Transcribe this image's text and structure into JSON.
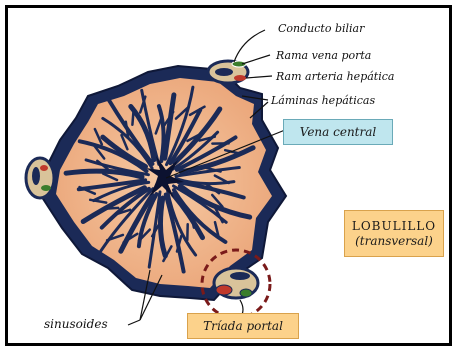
{
  "labels": {
    "conducto_biliar": "Conducto biliar",
    "rama_vena_porta": "Rama vena porta",
    "ram_arteria_hepatica": "Ram arteria hepática",
    "laminas_hepaticas": "Láminas hepáticas",
    "vena_central": "Vena central",
    "lobulillo_title": "LOBULILLO",
    "lobulillo_sub": "(transversal)",
    "sinusoides": "sinusoides",
    "triada_portal": "Tríada portal"
  },
  "colors": {
    "lobule_dark": "#1b2a57",
    "hepatocyte_plate": "#f2b98f",
    "vena_box": "#bfe6ee",
    "label_box": "#fcd28b",
    "triad_ring": "#7a1a1a",
    "bile_duct": "#3a7d2c",
    "artery": "#c0392b"
  }
}
